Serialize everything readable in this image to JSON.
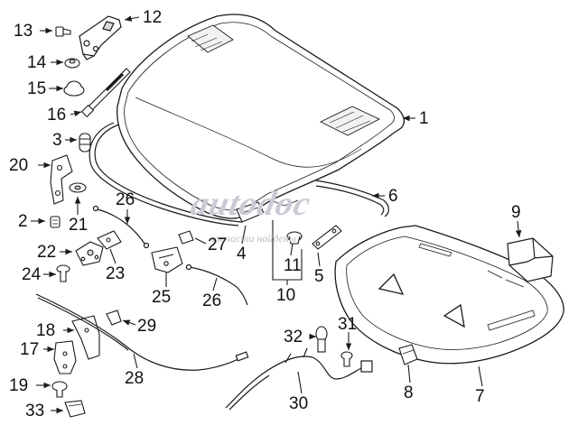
{
  "callouts": [
    {
      "id": "c13",
      "text": "13"
    },
    {
      "id": "c12",
      "text": "12"
    },
    {
      "id": "c14",
      "text": "14"
    },
    {
      "id": "c15",
      "text": "15"
    },
    {
      "id": "c16",
      "text": "16"
    },
    {
      "id": "c1",
      "text": "1"
    },
    {
      "id": "c3",
      "text": "3"
    },
    {
      "id": "c20",
      "text": "20"
    },
    {
      "id": "c6",
      "text": "6"
    },
    {
      "id": "c26a",
      "text": "26"
    },
    {
      "id": "c9",
      "text": "9"
    },
    {
      "id": "c2",
      "text": "2"
    },
    {
      "id": "c21",
      "text": "21"
    },
    {
      "id": "c27",
      "text": "27"
    },
    {
      "id": "c4",
      "text": "4"
    },
    {
      "id": "c22",
      "text": "22"
    },
    {
      "id": "c11",
      "text": "11"
    },
    {
      "id": "c5",
      "text": "5"
    },
    {
      "id": "c23",
      "text": "23"
    },
    {
      "id": "c24",
      "text": "24"
    },
    {
      "id": "c25",
      "text": "25"
    },
    {
      "id": "c26b",
      "text": "26"
    },
    {
      "id": "c10",
      "text": "10"
    },
    {
      "id": "c18",
      "text": "18"
    },
    {
      "id": "c29",
      "text": "29"
    },
    {
      "id": "c32",
      "text": "32"
    },
    {
      "id": "c31",
      "text": "31"
    },
    {
      "id": "c17",
      "text": "17"
    },
    {
      "id": "c28",
      "text": "28"
    },
    {
      "id": "c19",
      "text": "19"
    },
    {
      "id": "c8",
      "text": "8"
    },
    {
      "id": "c7",
      "text": "7"
    },
    {
      "id": "c30",
      "text": "30"
    },
    {
      "id": "c33",
      "text": "33"
    }
  ],
  "watermark": {
    "logo": "autodoc",
    "tagline": "запчасти найдены"
  },
  "colors": {
    "line": "#1a1a1a",
    "fill": "#ffffff",
    "shade": "#d9d9d9",
    "watermark": "#c4c8d0"
  }
}
